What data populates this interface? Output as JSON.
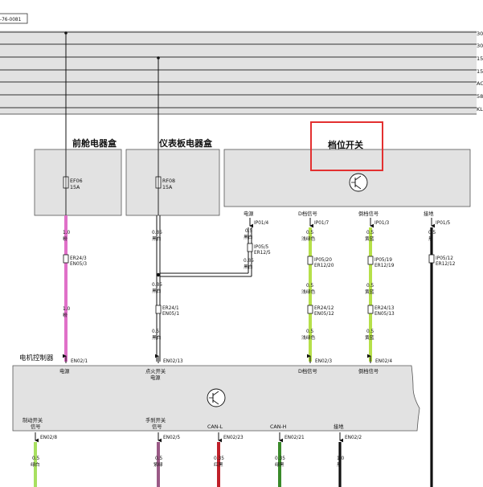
{
  "diagram_id": "-76-0081",
  "bus_labels": [
    "30",
    "30",
    "15",
    "15",
    "AC",
    "58",
    "KL"
  ],
  "boxes": {
    "front_box": "前舱电器盒",
    "dash_box": "仪表板电器盒",
    "gear_switch": "档位开关",
    "ecu": "电机控制器"
  },
  "fuses": {
    "ef06": {
      "name": "EF06",
      "rating": "15A"
    },
    "rf08": {
      "name": "RF08",
      "rating": "15A"
    }
  },
  "gear_pins": {
    "power": {
      "label": "电源",
      "pin": "IP01/4"
    },
    "d_signal": {
      "label": "D档信号",
      "pin": "IP01/7"
    },
    "r_signal": {
      "label": "倒档信号",
      "pin": "IP01/3"
    },
    "ground": {
      "label": "接地",
      "pin": "IP01/5"
    }
  },
  "wires": {
    "w1a": {
      "size": "1.0",
      "color": "粉"
    },
    "c1": {
      "a": "ER24/3",
      "b": "EN05/3"
    },
    "w1b": {
      "size": "1.0",
      "color": "粉"
    },
    "w2a": {
      "size": "0.85",
      "color": "黑白"
    },
    "w2b": {
      "size": "0.85",
      "color": "黑白"
    },
    "c2": {
      "a": "ER24/1",
      "b": "EN05/1"
    },
    "w2c": {
      "size": "0.5",
      "color": "黑白"
    },
    "w3a": {
      "size": "0.5",
      "color": "黑白"
    },
    "c3": {
      "a": "IP05/5",
      "b": "ER12/5"
    },
    "w3b": {
      "size": "0.85",
      "color": "黑白"
    },
    "w4a": {
      "size": "0.5",
      "color": "浅绿色"
    },
    "c4a": {
      "a": "IP05/20",
      "b": "ER12/20"
    },
    "w4b": {
      "size": "0.5",
      "color": "浅绿色"
    },
    "c4b": {
      "a": "ER24/12",
      "b": "EN05/12"
    },
    "w4c": {
      "size": "0.5",
      "color": "浅绿色"
    },
    "w5a": {
      "size": "0.5",
      "color": "黄蓝"
    },
    "c5a": {
      "a": "IP05/19",
      "b": "ER12/19"
    },
    "w5b": {
      "size": "0.5",
      "color": "黄蓝"
    },
    "c5b": {
      "a": "ER24/13",
      "b": "EN05/13"
    },
    "w5c": {
      "size": "0.5",
      "color": "黄蓝"
    },
    "w6a": {
      "size": "0.5",
      "color": "黑"
    },
    "c6": {
      "a": "IP05/12",
      "b": "ER12/12"
    },
    "w7": {
      "size": "0.5",
      "color": "绿白"
    },
    "w8": {
      "size": "0.5",
      "color": "紫绿"
    },
    "w9": {
      "size": "0.35",
      "color": "红黑"
    },
    "w10": {
      "size": "0.35",
      "color": "绿黑"
    },
    "w11": {
      "size": "1.0",
      "color": "黑"
    }
  },
  "ecu_pins": {
    "power": {
      "label": "电源",
      "pin": "EN02/1"
    },
    "ign": {
      "label1": "点火开关",
      "label2": "电源",
      "pin": "EN02/13"
    },
    "d_signal": {
      "label": "D档信号",
      "pin": "EN02/3"
    },
    "r_signal": {
      "label": "倒档信号",
      "pin": "EN02/4"
    },
    "brake": {
      "label1": "制动开关",
      "label2": "信号",
      "pin": "EN02/8"
    },
    "handbrake": {
      "label1": "手刹开关",
      "label2": "信号",
      "pin": "EN02/5"
    },
    "can_l": {
      "label": "CAN-L",
      "pin": "EN02/23"
    },
    "can_h": {
      "label": "CAN-H",
      "pin": "EN02/21"
    },
    "ground": {
      "label": "接地",
      "pin": "EN02/2"
    }
  },
  "colors": {
    "pink": "#e070c8",
    "light_green": "#b6e04a",
    "green_white": "#a8e060",
    "purple_green": "#9a5a86",
    "red_black": "#c0202a",
    "green_black": "#3a8a2a",
    "highlight": "#e33030",
    "box_fill": "#e2e2e2"
  }
}
